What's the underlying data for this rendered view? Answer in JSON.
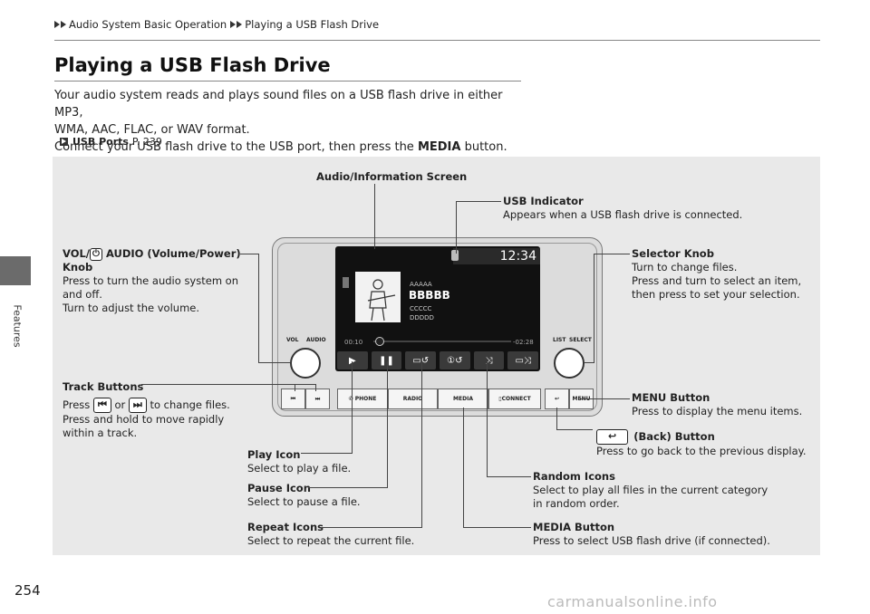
{
  "breadcrumb": [
    "Audio System Basic Operation",
    "Playing a USB Flash Drive"
  ],
  "side_label": "Features",
  "page_title": "Playing a USB Flash Drive",
  "intro": {
    "line1": "Your audio system reads and plays sound files on a USB flash drive in either MP3,",
    "line2": "WMA, AAC, FLAC, or WAV format.",
    "line3_pre": "Connect your USB flash drive to the USB port, then press the ",
    "line3_bold": "MEDIA",
    "line3_post": " button."
  },
  "reference": {
    "marker": "2",
    "title": "USB Ports",
    "page": "P. 239"
  },
  "labels": {
    "audio_screen": "Audio/Information Screen",
    "usb_indicator": {
      "heading": "USB Indicator",
      "text": "Appears when a USB flash drive is connected."
    },
    "vol_knob": {
      "heading_pre": "VOL/",
      "heading_post": " AUDIO (Volume/Power)",
      "heading2": "Knob",
      "text1": "Press to turn the audio system on",
      "text2": "and off.",
      "text3": "Turn to adjust the volume."
    },
    "selector_knob": {
      "heading": "Selector Knob",
      "text1": "Turn to change files.",
      "text2": "Press and turn to select an item,",
      "text3": "then press to set your selection."
    },
    "track_buttons": {
      "heading": "Track Buttons",
      "press": "Press",
      "or": "or",
      "to_change": "to change files.",
      "text2": "Press and hold to move rapidly",
      "text3": "within a track."
    },
    "menu_button": {
      "heading": "MENU Button",
      "text": "Press to display the menu items."
    },
    "back_button": {
      "heading": "(Back) Button",
      "text": "Press to go back to the previous display."
    },
    "play_icon": {
      "heading": "Play Icon",
      "text": "Select to play a file."
    },
    "pause_icon": {
      "heading": "Pause Icon",
      "text": "Select to pause a file."
    },
    "random_icons": {
      "heading": "Random Icons",
      "text1": "Select to play all files in the current category",
      "text2": "in random order."
    },
    "repeat_icons": {
      "heading": "Repeat Icons",
      "text": "Select to repeat the current file."
    },
    "media_button": {
      "heading": "MEDIA Button",
      "text": "Press to select USB flash drive (if connected)."
    }
  },
  "device": {
    "clock": "12:34",
    "track_lines": [
      "AAAAA",
      "BBBBB",
      "CCCCC",
      "DDDDD"
    ],
    "elapsed": "00:10",
    "remaining": "-02:28",
    "vol_label": "VOL",
    "audio_label": "AUDIO",
    "list_label": "LIST",
    "select_label": "SELECT",
    "hw_buttons": {
      "phone": "PHONE",
      "radio": "RADIO",
      "media": "MEDIA",
      "connect": "CONNECT",
      "menu": "MENU"
    }
  },
  "page_number": "254",
  "watermark": "carmanualsonline.info"
}
